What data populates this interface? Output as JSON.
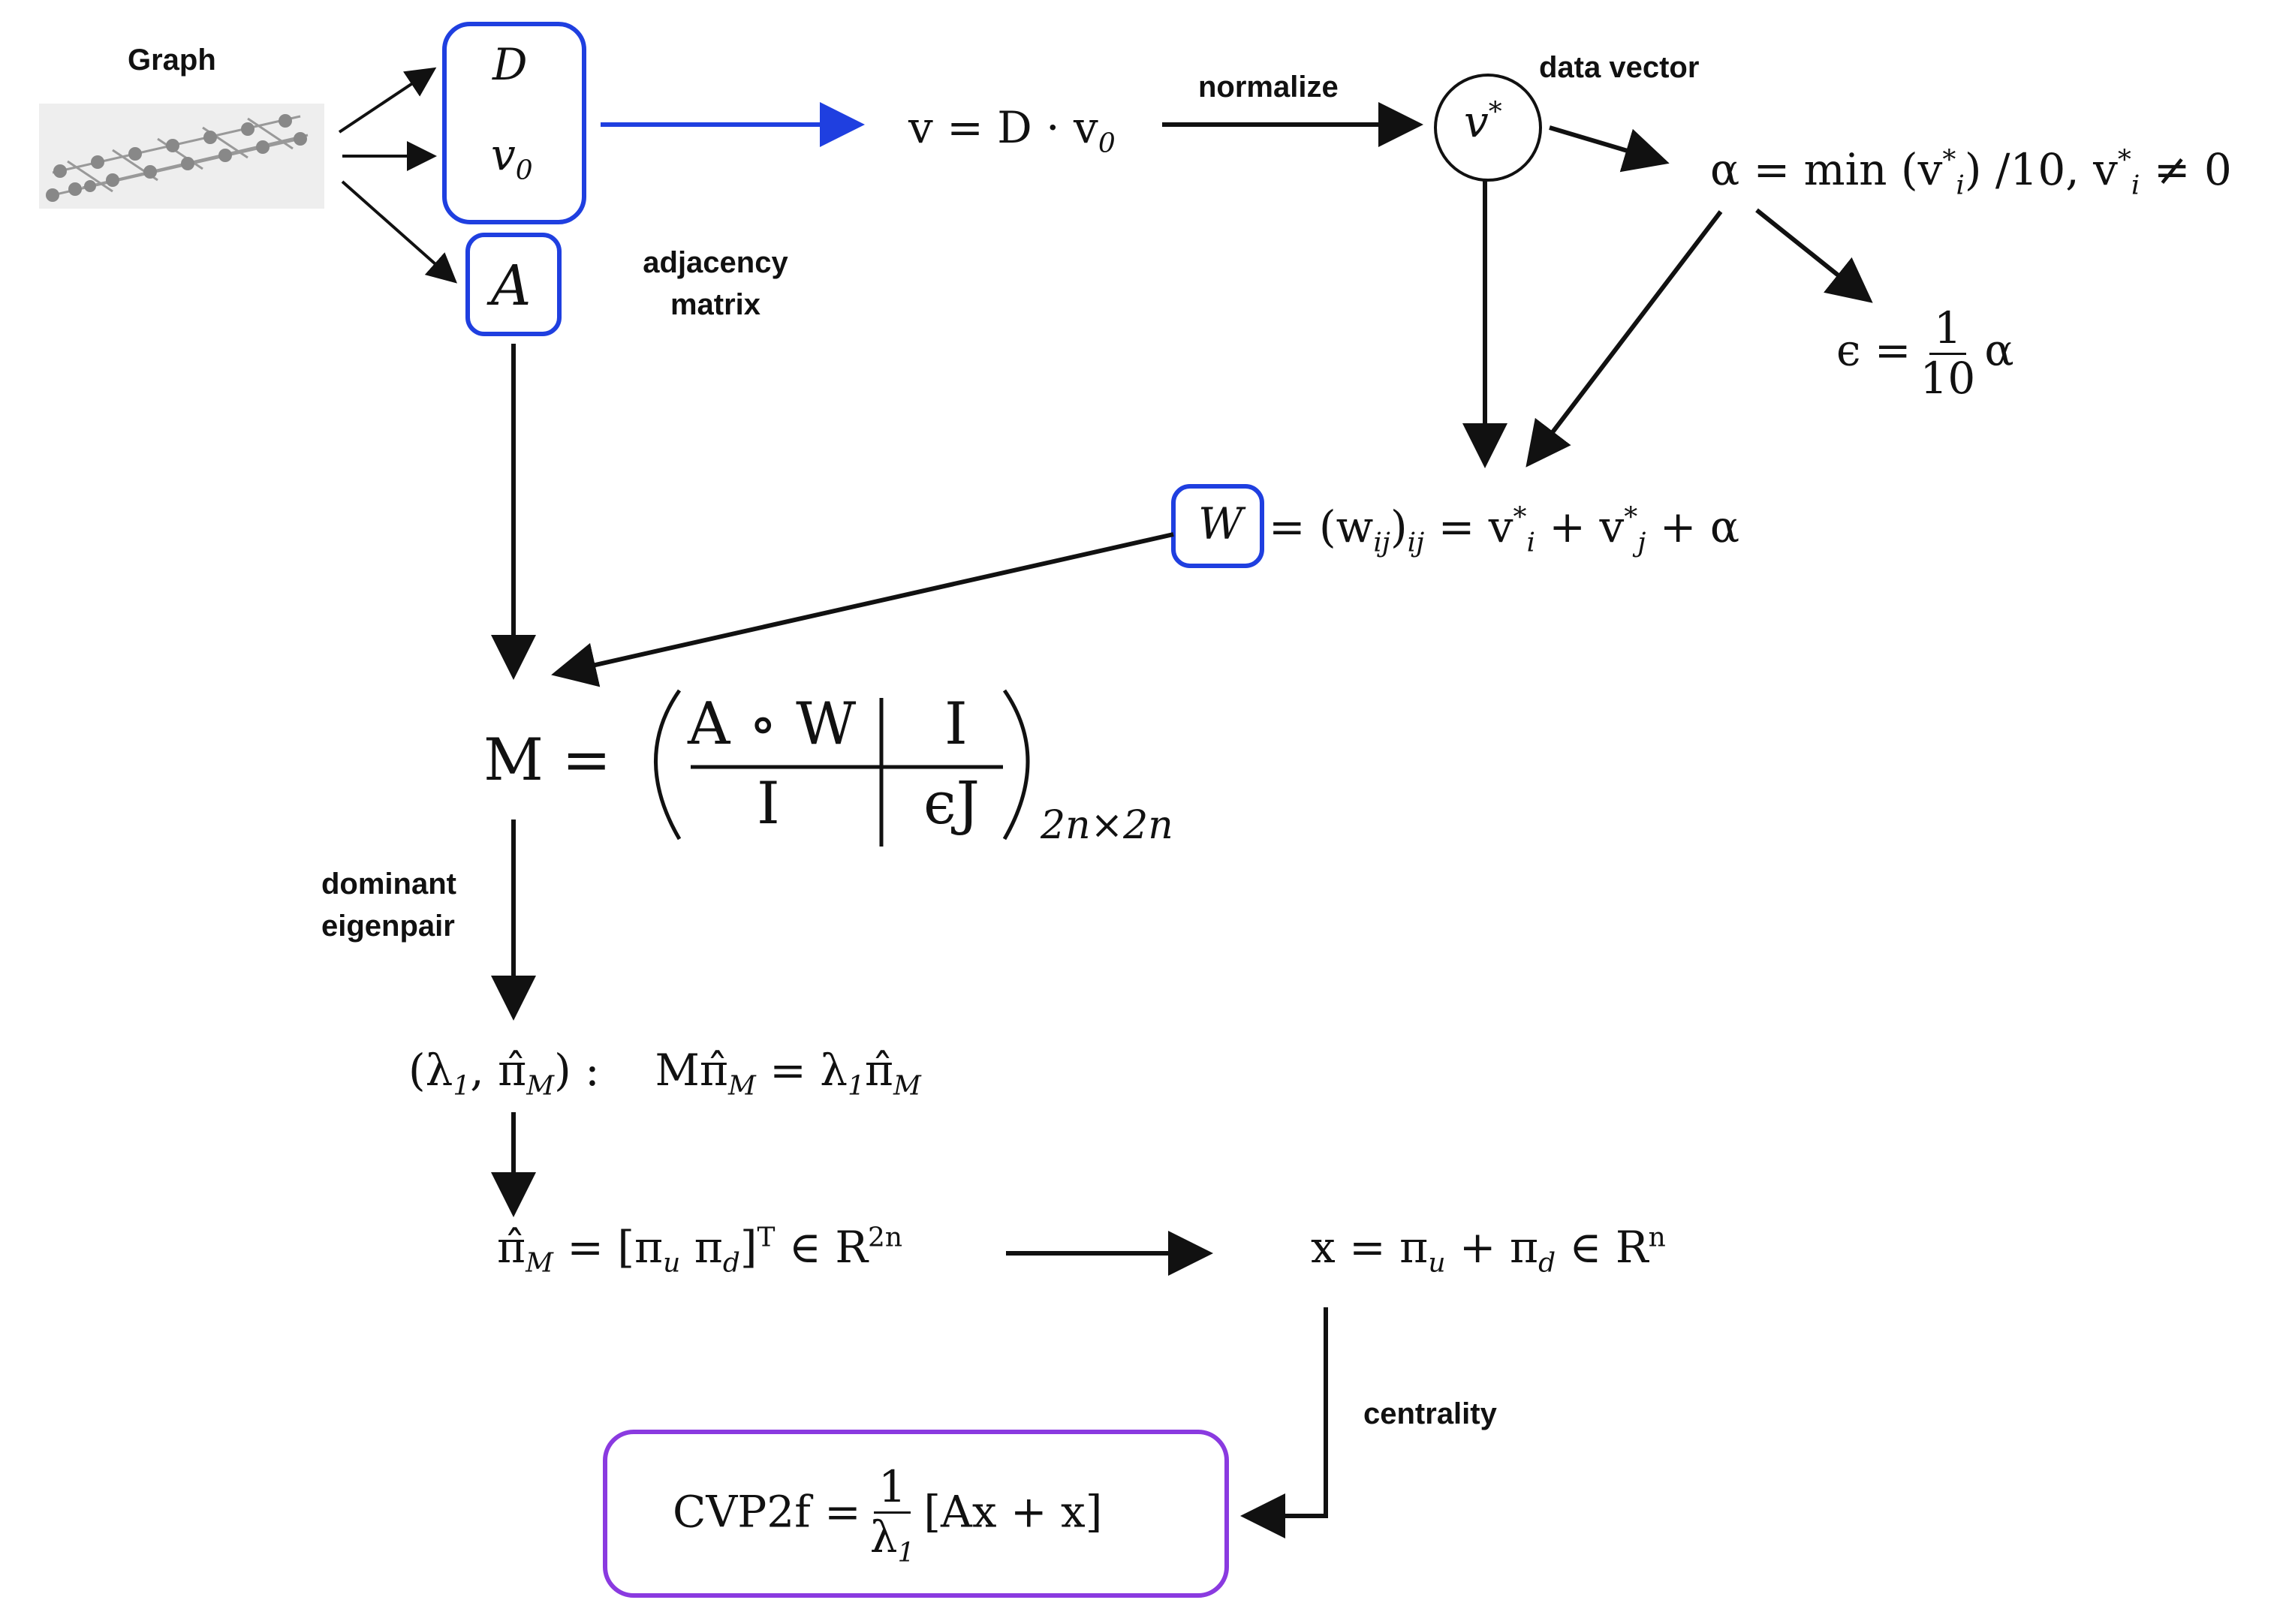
{
  "labels": {
    "graph": "Graph",
    "normalize": "normalize",
    "data_vector": "data vector",
    "adjacency_line1": "adjacency",
    "adjacency_line2": "matrix",
    "dominant_line1": "dominant",
    "dominant_line2": "eigenpair",
    "centrality": "centrality"
  },
  "symbols": {
    "D": "D",
    "v0_base": "v",
    "v0_sub": "0",
    "A": "A",
    "W": "W",
    "vstar": "v",
    "star": "*"
  },
  "equations": {
    "v_eq": "v = D · v",
    "v_eq_sub": "0",
    "alpha_eq": "α = min (v",
    "alpha_eq_sub": "i",
    "alpha_eq_tail": ") /10,     v",
    "alpha_eq_cond": " ≠ 0",
    "eps_lhs": "ϵ =",
    "eps_num": "1",
    "eps_den": "10",
    "eps_tail": "α",
    "w_eq": "= (w",
    "w_eq_sub1": "ij",
    "w_eq_mid": ")",
    "w_eq_sub2": "ij",
    "w_eq_rhs": " = v",
    "w_eq_rhs2": " + v",
    "w_eq_rhs3": " + α",
    "m_lhs": "M =",
    "m_11": "A ∘ W",
    "m_12": "I",
    "m_21": "I",
    "m_22": "ϵJ",
    "m_size": "2n×2n",
    "eig_lhs": "(λ",
    "eig_lhs2": ", π̂",
    "eig_lhs3": ") :",
    "eig_rhs": "Mπ̂",
    "eig_rhs2": " = λ",
    "eig_rhs3": "π̂",
    "pi_eq": "π̂",
    "pi_eq2": " = [π",
    "pi_eq3": " π",
    "pi_eq4": "]",
    "pi_eq_T": "T",
    "pi_eq5": "  ∈ R",
    "pi_eq_dim": "2n",
    "x_eq": "x = π",
    "x_eq2": " + π",
    "x_eq3": "  ∈ R",
    "x_eq_dim": "n",
    "cvp_lhs": "CVP2f =",
    "cvp_num": "1",
    "cvp_den": "λ",
    "cvp_den_sub": "1",
    "cvp_rhs": "[Ax + x]"
  },
  "colors": {
    "blue_box": "#1f3fe0",
    "purple_box": "#8a3ae0",
    "arrow": "#111111",
    "blue_arrow": "#1f3fe0"
  }
}
